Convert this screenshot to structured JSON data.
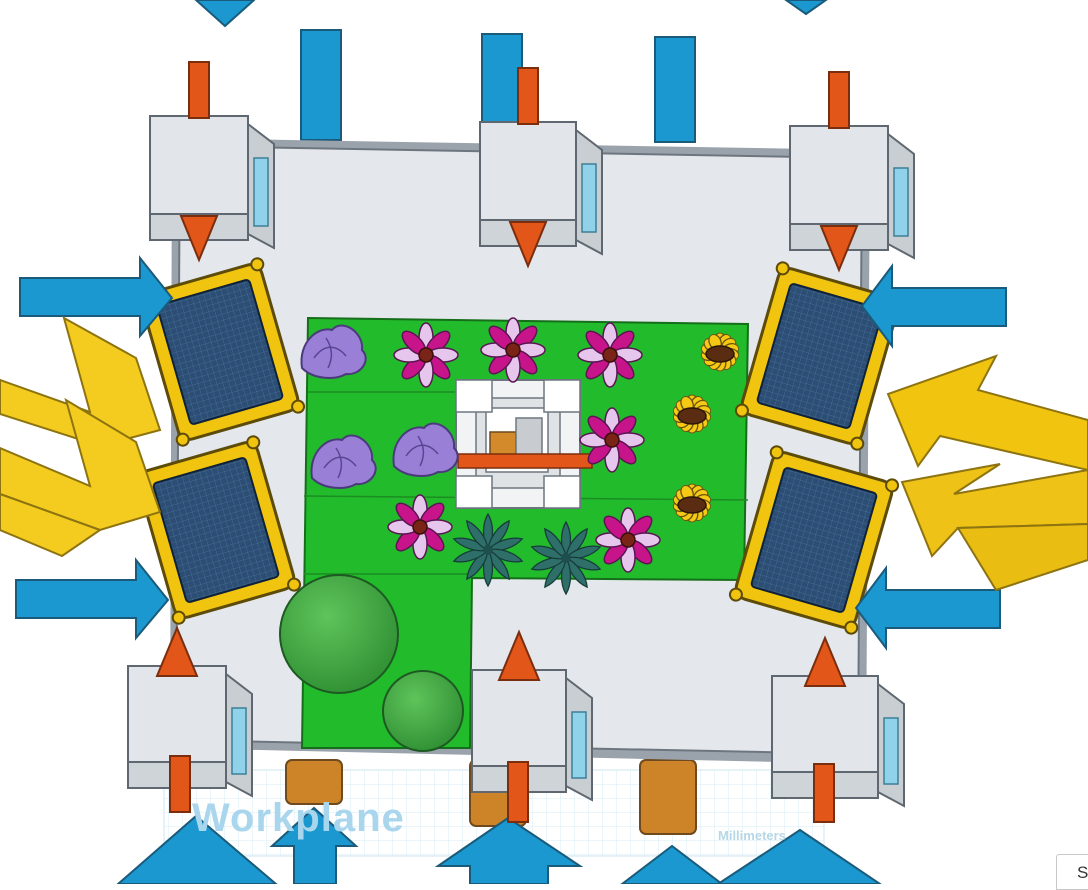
{
  "workplane": {
    "label": "Workplane",
    "units": "Millimeters"
  },
  "snap_button": {
    "label": "S"
  },
  "colors": {
    "wind_arrow": "#1b98cf",
    "sun_arrow": "#f4cc1f",
    "heat_arrow": "#e2561a",
    "base": "#dfe3e8",
    "grass": "#22bb2b",
    "solar_panel": "#2b4d72",
    "panel_frame": "#f1c40f",
    "pillar": "#d28a2a"
  },
  "icons": {
    "wind": "blue-wind-arrow",
    "sun": "yellow-sun-arrow",
    "heat": "orange-heat-arrow",
    "solar": "solar-panel",
    "flower": "flower",
    "sunflower": "sunflower",
    "lavender": "lavender-bush",
    "fern": "fern",
    "tree": "round-tree",
    "shelter": "corner-shelter",
    "fountain": "center-fountain"
  }
}
